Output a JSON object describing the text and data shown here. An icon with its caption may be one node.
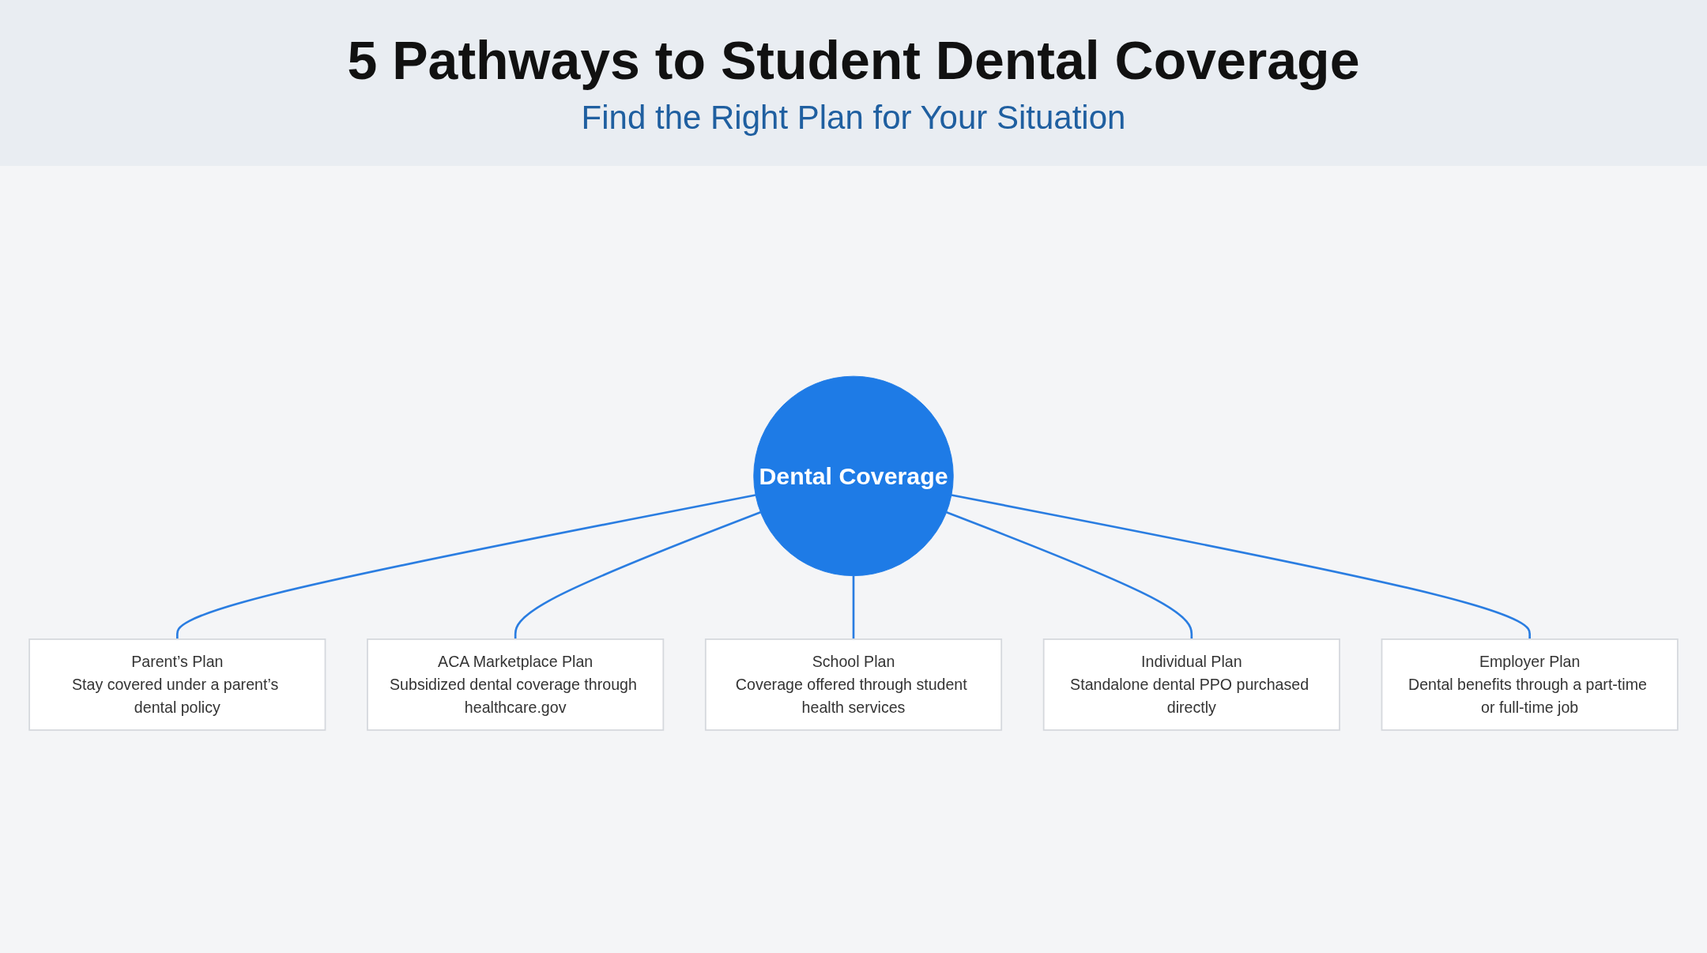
{
  "diagram": {
    "title": "5 Pathways to Student Dental Coverage",
    "nodes": [
      {
        "text": [
          "Parent’s Plan",
          "Stay covered under a parent’s dental policy"
        ]
      },
      {
        "text": [
          "ACA Marketplace Plan",
          "Subsidized dental coverage through healthcare.gov"
        ]
      },
      {
        "text": [
          "School Plan",
          "Coverage offered through student health services"
        ]
      },
      {
        "text": [
          "Dental Coverage"
        ]
      },
      {
        "text": [
          "Individual Plan",
          "Standalone dental PPO purchased directly"
        ]
      },
      {
        "text": [
          "Employer Plan",
          "Dental benefits through a part-time or full-time job"
        ]
      }
    ],
    "edges": [
      {
        "from": 3,
        "to": 0,
        "arrow": "none"
      },
      {
        "from": 3,
        "to": 1,
        "arrow": "none"
      },
      {
        "from": 3,
        "to": 2,
        "arrow": "none"
      },
      {
        "from": 3,
        "to": 4,
        "arrow": "none"
      },
      {
        "from": 3,
        "to": 5,
        "arrow": "none"
      }
    ],
    "labels": [
      "Find the Right Plan for Your Situation"
    ]
  }
}
